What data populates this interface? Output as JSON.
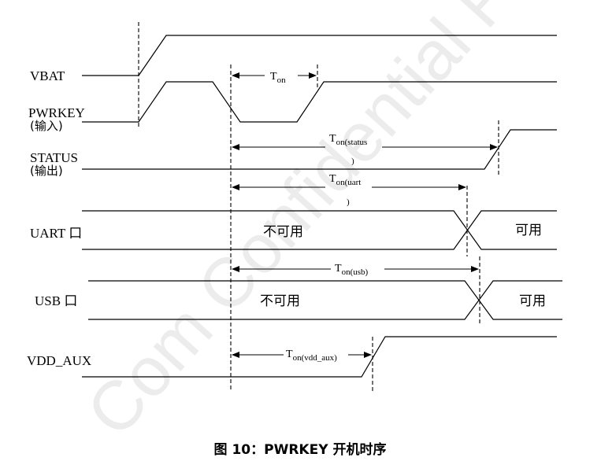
{
  "watermark": "Com Confidential F",
  "signals": {
    "vbat": "VBAT",
    "pwrkey": "PWRKEY",
    "pwrkey_dir": "(输入)",
    "status": "STATUS",
    "status_dir": "(输出)",
    "uart": "UART 口",
    "usb": "USB  口",
    "vdd_aux": "VDD_AUX"
  },
  "timings": {
    "t_on": {
      "t": "T",
      "sub": "on"
    },
    "t_status": {
      "t": "T",
      "sub": "on(status",
      "tail": ")"
    },
    "t_uart": {
      "t": "T",
      "sub": "on(uart",
      "tail": ")"
    },
    "t_usb": {
      "t": "T",
      "sub": "on(usb)"
    },
    "t_vdd_aux": {
      "t": "T",
      "sub": "on(vdd_aux)"
    }
  },
  "states": {
    "uart_unavailable": "不可用",
    "uart_available": "可用",
    "usb_unavailable": "不可用",
    "usb_available": "可用"
  },
  "caption": "图 10：PWRKEY 开机时序"
}
